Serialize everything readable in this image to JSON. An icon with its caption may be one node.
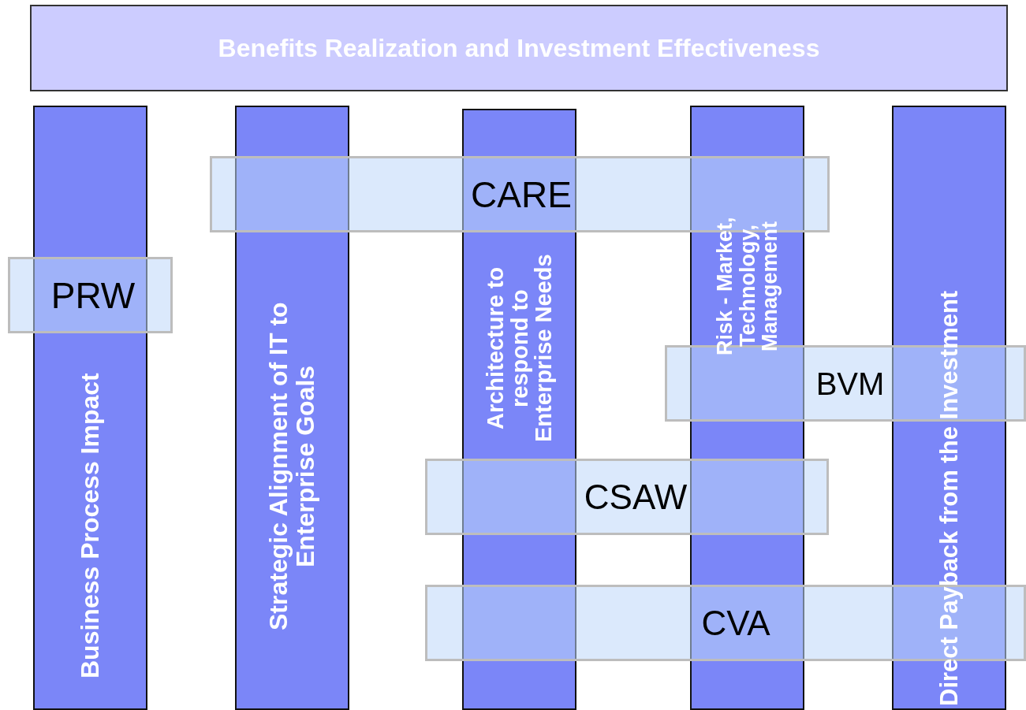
{
  "diagram": {
    "nodes": [
      {
        "text": [
          "Benefits Realization and Investment Effectiveness"
        ]
      },
      {
        "text": [
          "Business Process Impact"
        ]
      },
      {
        "text": [
          "Strategic Alignment of IT to Enterprise Goals"
        ]
      },
      {
        "text": [
          "Architecture to respond to Enterprise Needs"
        ]
      },
      {
        "text": [
          "Risk - Market, Technology, Management"
        ]
      },
      {
        "text": [
          "Direct Payback from the Investment"
        ]
      },
      {
        "text": [
          "CARE"
        ]
      },
      {
        "text": [
          "PRW"
        ]
      },
      {
        "text": [
          "BVM"
        ]
      },
      {
        "text": [
          "CSAW"
        ]
      },
      {
        "text": [
          "CVA"
        ]
      }
    ]
  }
}
